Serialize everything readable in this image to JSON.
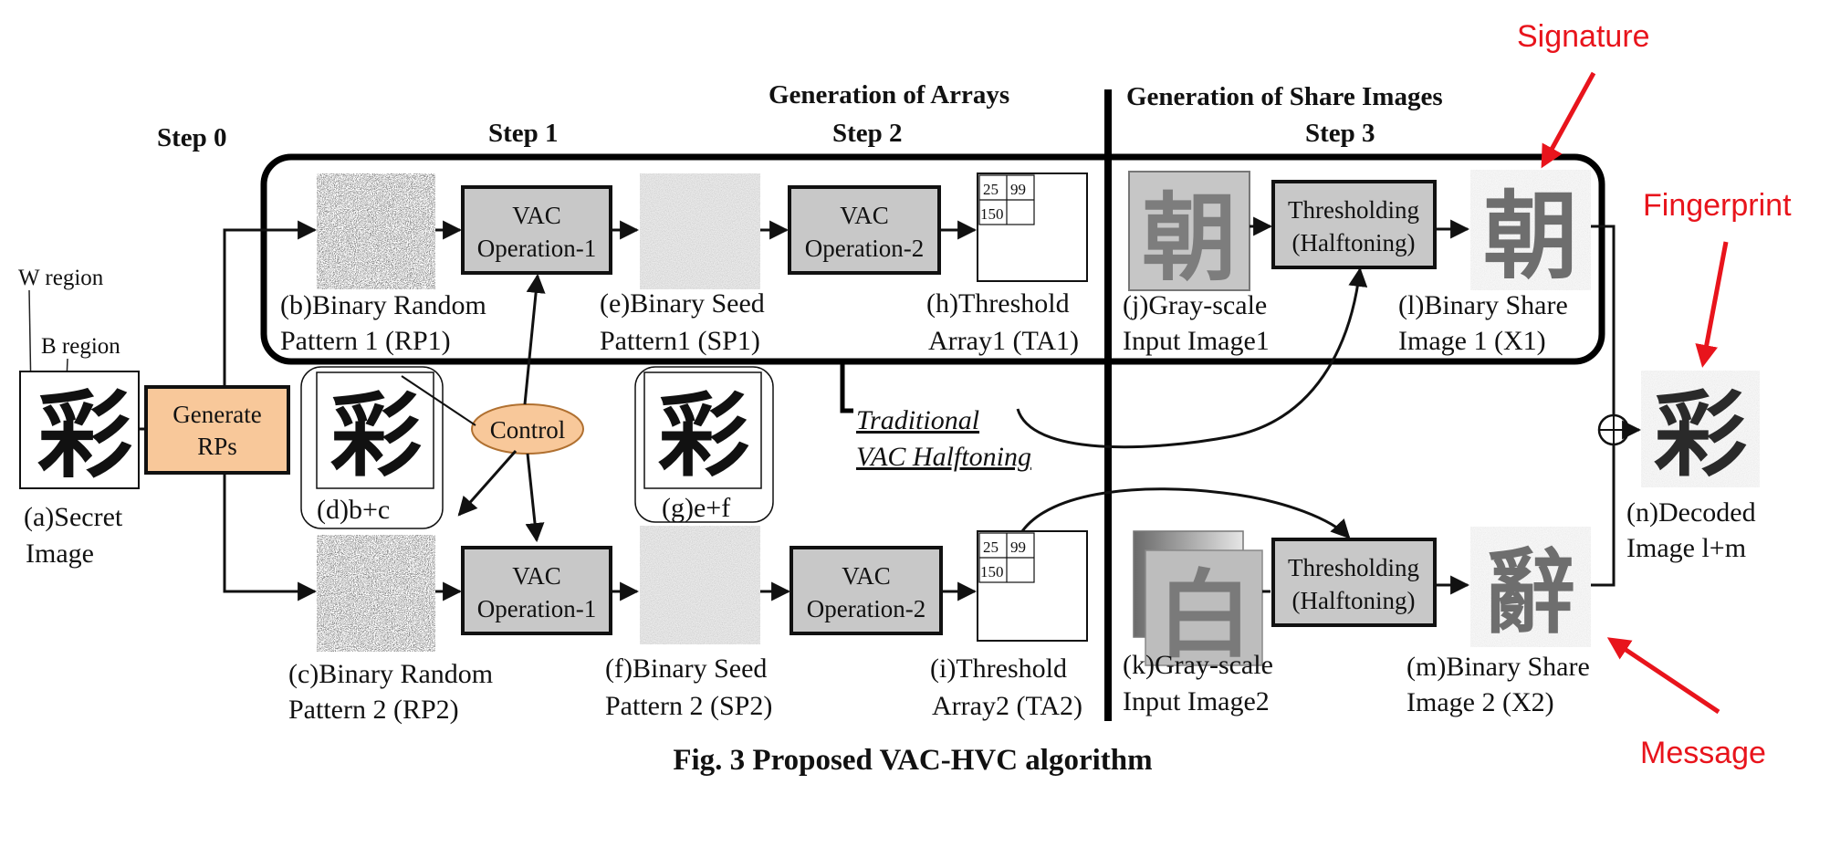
{
  "headers": {
    "step0": "Step 0",
    "step1": "Step 1",
    "step2": "Step 2",
    "step3": "Step 3",
    "gen_arrays": "Generation of Arrays",
    "gen_shares": "Generation of Share Images"
  },
  "region_labels": {
    "w": "W region",
    "b": "B region"
  },
  "secret": {
    "glyph": "彩",
    "caption_1": "(a)Secret",
    "caption_2": "Image"
  },
  "generate_box": {
    "line1": "Generate",
    "line2": "RPs",
    "fill": "#f8c89a"
  },
  "control": {
    "label": "Control",
    "fill": "#f8c89a"
  },
  "vac1": {
    "line1": "VAC",
    "line2": "Operation-1"
  },
  "vac2": {
    "line1": "VAC",
    "line2": "Operation-2"
  },
  "rp1": {
    "cap1": "(b)Binary Random",
    "cap2": "Pattern 1 (RP1)"
  },
  "rp2": {
    "cap1": "(c)Binary Random",
    "cap2": "Pattern 2 (RP2)"
  },
  "sp1": {
    "cap1": "(e)Binary Seed",
    "cap2": "Pattern1 (SP1)"
  },
  "sp2": {
    "cap1": "(f)Binary Seed",
    "cap2": "Pattern 2 (SP2)"
  },
  "ta1": {
    "cap1": "(h)Threshold",
    "cap2": "Array1 (TA1)"
  },
  "ta2": {
    "cap1": "(i)Threshold",
    "cap2": "Array2 (TA2)"
  },
  "ta_cells": [
    "25",
    "99",
    "150"
  ],
  "combo_d": {
    "glyph": "彩",
    "caption": "(d)b+c"
  },
  "combo_g": {
    "glyph": "彩",
    "caption": "(g)e+f"
  },
  "traditional": {
    "line1": "Traditional",
    "line2": "VAC Halftoning"
  },
  "gray1": {
    "glyph": "朝",
    "cap1": "(j)Gray-scale",
    "cap2": "Input Image1"
  },
  "gray2": {
    "glyph": "白",
    "cap1": "(k)Gray-scale",
    "cap2": "Input Image2"
  },
  "threshold_box": {
    "line1": "Thresholding",
    "line2": "(Halftoning)"
  },
  "share1": {
    "glyph": "朝",
    "cap1": "(l)Binary Share",
    "cap2": "Image 1 (X1)"
  },
  "share2": {
    "glyph": "辭",
    "cap1": "(m)Binary Share",
    "cap2": "Image 2 (X2)"
  },
  "decoded": {
    "glyph": "彩",
    "cap1": "(n)Decoded",
    "cap2": "Image   l+m"
  },
  "annotations": {
    "signature": "Signature",
    "fingerprint": "Fingerprint",
    "message": "Message",
    "color": "#e8141c"
  },
  "figure_title": "Fig. 3 Proposed VAC-HVC algorithm"
}
